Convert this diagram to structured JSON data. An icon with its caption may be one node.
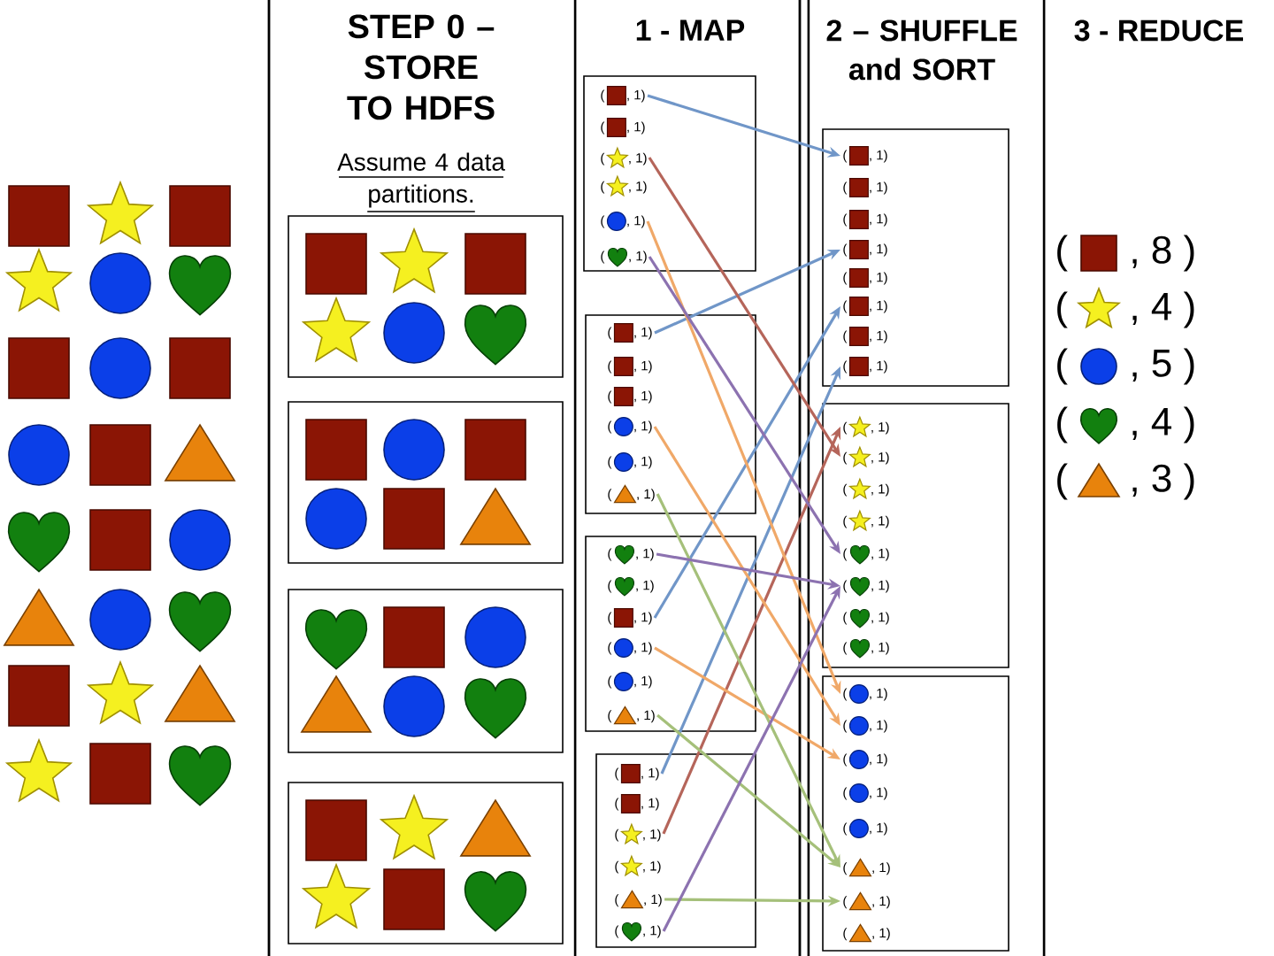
{
  "diagram": {
    "nodes": [
      {
        "text": [],
        "shape": "box"
      },
      {
        "text": [
          "(",
          ", 1)"
        ],
        "in": 0
      },
      {
        "text": [
          "(",
          ", 1)"
        ],
        "in": 0
      },
      {
        "text": [
          "(",
          ", 1)"
        ],
        "in": 0
      },
      {
        "text": [
          "(",
          ", 1)"
        ],
        "in": 0
      },
      {
        "text": [
          "(",
          ", 1)"
        ],
        "in": 0
      },
      {
        "text": [
          "(",
          ", 1)"
        ],
        "in": 0
      },
      {
        "text": [],
        "shape": "box"
      },
      {
        "text": [
          "(",
          ", 1)"
        ],
        "in": 7
      },
      {
        "text": [
          "(",
          ", 1)"
        ],
        "in": 7
      },
      {
        "text": [
          "(",
          ", 1)"
        ],
        "in": 7
      },
      {
        "text": [
          "(",
          ", 1)"
        ],
        "in": 7
      },
      {
        "text": [
          "(",
          ", 1)"
        ],
        "in": 7
      },
      {
        "text": [
          "(",
          ", 1)"
        ],
        "in": 7
      },
      {
        "text": [],
        "shape": "box"
      },
      {
        "text": [
          "(",
          ", 1)"
        ],
        "in": 14
      },
      {
        "text": [
          "(",
          ", 1)"
        ],
        "in": 14
      },
      {
        "text": [
          "(",
          ", 1)"
        ],
        "in": 14
      },
      {
        "text": [
          "(",
          ", 1)"
        ],
        "in": 14
      },
      {
        "text": [
          "(",
          ", 1)"
        ],
        "in": 14
      },
      {
        "text": [
          "(",
          ", 1)"
        ],
        "in": 14
      },
      {
        "text": [],
        "shape": "box"
      },
      {
        "text": [
          "(",
          ", 1)"
        ],
        "in": 21
      },
      {
        "text": [
          "(",
          ", 1)"
        ],
        "in": 21
      },
      {
        "text": [
          "(",
          ", 1)"
        ],
        "in": 21
      },
      {
        "text": [
          "(",
          ", 1)"
        ],
        "in": 21
      },
      {
        "text": [
          "(",
          ", 1)"
        ],
        "in": 21
      },
      {
        "text": [
          "(",
          ", 1)"
        ],
        "in": 21
      },
      {
        "text": [],
        "shape": "box"
      },
      {
        "text": [
          "(",
          ", 1)"
        ],
        "in": 28
      },
      {
        "text": [
          "(",
          ", 1)"
        ],
        "in": 28
      },
      {
        "text": [
          "(",
          ", 1)"
        ],
        "in": 28
      },
      {
        "text": [
          "(",
          ", 1)"
        ],
        "in": 28
      },
      {
        "text": [
          "(",
          ", 1)"
        ],
        "in": 28
      },
      {
        "text": [
          "(",
          ", 1)"
        ],
        "in": 28
      },
      {
        "text": [
          "(",
          ", 1)"
        ],
        "in": 28
      },
      {
        "text": [
          "(",
          ", 1)"
        ],
        "in": 28
      },
      {
        "text": [],
        "shape": "box"
      },
      {
        "text": [
          "(",
          ", 1)"
        ],
        "in": 37
      },
      {
        "text": [
          "(",
          ", 1)"
        ],
        "in": 37
      },
      {
        "text": [
          "(",
          ", 1)"
        ],
        "in": 37
      },
      {
        "text": [
          "(",
          ", 1)"
        ],
        "in": 37
      },
      {
        "text": [
          "(",
          ", 1)"
        ],
        "in": 37
      },
      {
        "text": [
          "(",
          ", 1)"
        ],
        "in": 37
      },
      {
        "text": [
          "(",
          ", 1)"
        ],
        "in": 37
      },
      {
        "text": [
          "(",
          ", 1)"
        ],
        "in": 37
      },
      {
        "text": [],
        "shape": "box"
      },
      {
        "text": [
          "(",
          ", 1)"
        ],
        "in": 46
      },
      {
        "text": [
          "(",
          ", 1)"
        ],
        "in": 46
      },
      {
        "text": [
          "(",
          ", 1)"
        ],
        "in": 46
      },
      {
        "text": [
          "(",
          ", 1)"
        ],
        "in": 46
      },
      {
        "text": [
          "(",
          ", 1)"
        ],
        "in": 46
      },
      {
        "text": [
          "(",
          ", 1)"
        ],
        "in": 46
      },
      {
        "text": [
          "(",
          ", 1)"
        ],
        "in": 46
      },
      {
        "text": [
          "(",
          ", 1)"
        ],
        "in": 46
      }
    ],
    "edges": [
      {
        "from": 1,
        "to": 29,
        "arrow": "to",
        "color": "#7096c8"
      },
      {
        "from": 8,
        "to": 32,
        "arrow": "to",
        "color": "#7096c8"
      },
      {
        "from": 17,
        "to": 34,
        "arrow": "to",
        "color": "#7096c8"
      },
      {
        "from": 22,
        "to": 36,
        "arrow": "to",
        "color": "#7096c8"
      },
      {
        "from": 3,
        "to": 39,
        "arrow": "to",
        "color": "#b5655a"
      },
      {
        "from": 24,
        "to": 38,
        "arrow": "to",
        "color": "#b5655a"
      },
      {
        "from": 5,
        "to": 47,
        "arrow": "to",
        "color": "#f0a868"
      },
      {
        "from": 11,
        "to": 48,
        "arrow": "to",
        "color": "#f0a868"
      },
      {
        "from": 18,
        "to": 49,
        "arrow": "to",
        "color": "#f0a868"
      },
      {
        "from": 13,
        "to": 52,
        "arrow": "to",
        "color": "#a5c07a"
      },
      {
        "from": 20,
        "to": 52,
        "arrow": "to",
        "color": "#a5c07a"
      },
      {
        "from": 26,
        "to": 53,
        "arrow": "to",
        "color": "#a5c07a"
      },
      {
        "from": 6,
        "to": 42,
        "arrow": "to",
        "color": "#8c72b0"
      },
      {
        "from": 15,
        "to": 43,
        "arrow": "to",
        "color": "#8c72b0"
      },
      {
        "from": 27,
        "to": 43,
        "arrow": "to",
        "color": "#8c72b0"
      }
    ],
    "labels": [
      "STEP 0 – STORE TO HDFS",
      "Assume 4 data partitions.",
      "1 - MAP",
      "2 – SHUFFLE and SORT",
      "3 - REDUCE",
      "(",
      ", 8 )",
      "(",
      ", 4 )",
      "(",
      ", 5 )",
      "(",
      ", 4 )",
      "(",
      ", 3 )"
    ]
  }
}
